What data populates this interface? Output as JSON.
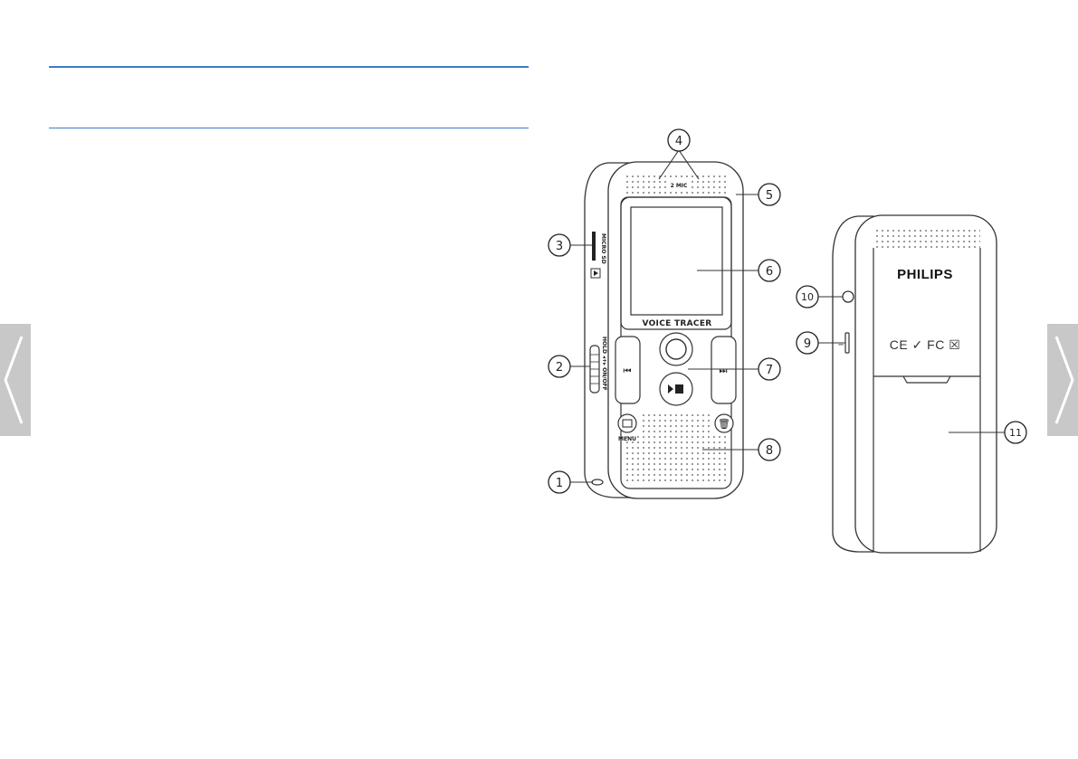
{
  "device_front": {
    "mic_label": "2 MIC",
    "model_label": "VOICE TRACER",
    "side_labels": {
      "card_slot": "MICRO SD",
      "switch": "HOLD ◂+▸ ON/OFF",
      "menu": "MENU"
    }
  },
  "device_back": {
    "brand": "PHILIPS",
    "certifications": "CE ✓ FC ☒"
  },
  "callouts": [
    "1",
    "2",
    "3",
    "4",
    "5",
    "6",
    "7",
    "8",
    "9",
    "10",
    "11"
  ],
  "navigation": {
    "prev": "previous-page",
    "next": "next-page"
  },
  "colors": {
    "rule": "#3d7cc9",
    "nav_fill": "#c8c8c8",
    "line": "#333333"
  }
}
